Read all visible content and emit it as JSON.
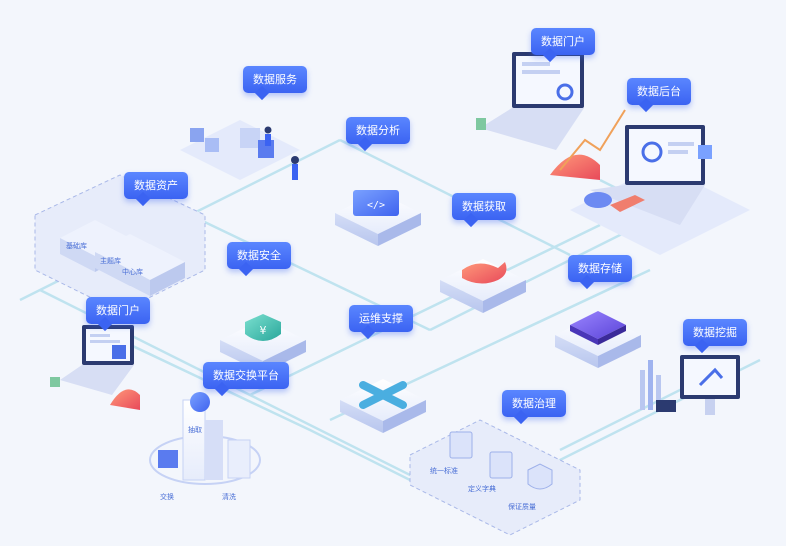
{
  "labels": {
    "data_service": "数据服务",
    "data_portal_top": "数据门户",
    "data_analysis": "数据分析",
    "data_backend": "数据后台",
    "data_assets": "数据资产",
    "data_acquire": "数据获取",
    "data_security": "数据安全",
    "data_storage": "数据存储",
    "data_portal_left": "数据门户",
    "ops_support": "运维支撑",
    "data_mining": "数据挖掘",
    "data_exchange": "数据交换平台",
    "data_governance": "数据治理"
  },
  "assets_boxes": {
    "base_db": "基础库",
    "theme_db": "主题库",
    "center_db": "中心库"
  },
  "exchange_sub": {
    "extract": "抽取",
    "exchange": "交换",
    "cleanse": "清洗"
  },
  "governance_items": {
    "unified_standard": "统一标准",
    "define_dictionary": "定义字典",
    "ensure_quality": "保证质量"
  },
  "colors": {
    "accent": "#3b63f2",
    "line": "#bfe3ef",
    "background": "#f3f6fc"
  }
}
